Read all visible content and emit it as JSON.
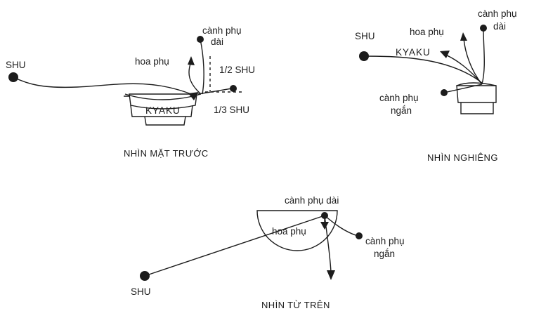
{
  "front_view": {
    "shu": "SHU",
    "long_branch": [
      "cành phụ",
      "dài"
    ],
    "minor_flower": "hoa phụ",
    "half_shu": "1/2 SHU",
    "third_shu": "1/3 SHU",
    "kyaku": "KYAKU",
    "caption": "NHÌN MẶT TRƯỚC"
  },
  "side_view": {
    "shu": "SHU",
    "long_branch": [
      "cành phụ",
      "dài"
    ],
    "minor_flower": "hoa phụ",
    "kyaku": "KYAKU",
    "short_branch": [
      "cành phụ",
      "ngắn"
    ],
    "caption": "NHÌN NGHIÊNG"
  },
  "top_view": {
    "long_branch": "cành phụ dài",
    "minor_flower": "hoa phụ",
    "short_branch": [
      "cành phụ",
      "ngắn"
    ],
    "shu": "SHU",
    "caption": "NHÌN TỪ TRÊN"
  },
  "colors": {
    "ink": "#1c1c1c",
    "paper": "#ffffff"
  }
}
